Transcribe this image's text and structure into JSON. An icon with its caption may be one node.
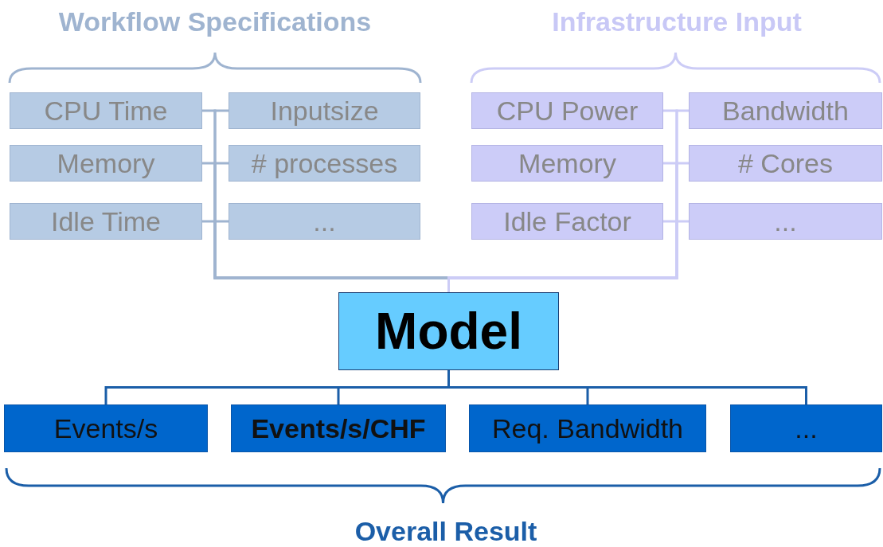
{
  "diagram": {
    "nodes": [
      {
        "text": [
          "CPU Time"
        ]
      },
      {
        "text": [
          "Inputsize"
        ]
      },
      {
        "text": [
          "Memory"
        ]
      },
      {
        "text": [
          "# processes"
        ]
      },
      {
        "text": [
          "Idle Time"
        ]
      },
      {
        "text": [
          "..."
        ]
      },
      {
        "text": [
          "CPU Power"
        ]
      },
      {
        "text": [
          "Bandwidth"
        ]
      },
      {
        "text": [
          "Memory"
        ]
      },
      {
        "text": [
          "# Cores"
        ]
      },
      {
        "text": [
          "Idle Factor"
        ]
      },
      {
        "text": [
          "..."
        ]
      },
      {
        "text": [
          "Model"
        ]
      },
      {
        "text": [
          "Events/s"
        ]
      },
      {
        "text": [
          "Events/s/CHF"
        ]
      },
      {
        "text": [
          "Req. Bandwidth"
        ]
      },
      {
        "text": [
          "..."
        ]
      }
    ],
    "edges": [
      {
        "from": 0,
        "to": 12,
        "arrow": "none",
        "color": "#9fb4d0"
      },
      {
        "from": 1,
        "to": 12,
        "arrow": "none",
        "color": "#9fb4d0"
      },
      {
        "from": 2,
        "to": 12,
        "arrow": "none",
        "color": "#9fb4d0"
      },
      {
        "from": 3,
        "to": 12,
        "arrow": "none",
        "color": "#9fb4d0"
      },
      {
        "from": 4,
        "to": 12,
        "arrow": "none",
        "color": "#9fb4d0"
      },
      {
        "from": 5,
        "to": 12,
        "arrow": "none",
        "color": "#9fb4d0"
      },
      {
        "from": 6,
        "to": 12,
        "arrow": "none",
        "color": "#ccccf6"
      },
      {
        "from": 7,
        "to": 12,
        "arrow": "none",
        "color": "#ccccf6"
      },
      {
        "from": 8,
        "to": 12,
        "arrow": "none",
        "color": "#ccccf6"
      },
      {
        "from": 9,
        "to": 12,
        "arrow": "none",
        "color": "#ccccf6"
      },
      {
        "from": 10,
        "to": 12,
        "arrow": "none",
        "color": "#ccccf6"
      },
      {
        "from": 11,
        "to": 12,
        "arrow": "none",
        "color": "#ccccf6"
      },
      {
        "from": 12,
        "to": 13,
        "arrow": "none",
        "color": "#1b5ea8"
      },
      {
        "from": 12,
        "to": 14,
        "arrow": "none",
        "color": "#1b5ea8"
      },
      {
        "from": 12,
        "to": 15,
        "arrow": "none",
        "color": "#1b5ea8"
      },
      {
        "from": 12,
        "to": 16,
        "arrow": "none",
        "color": "#1b5ea8"
      }
    ],
    "labels": [
      "Workflow Specifications",
      "Infrastructure Input",
      "Overall Result"
    ]
  }
}
